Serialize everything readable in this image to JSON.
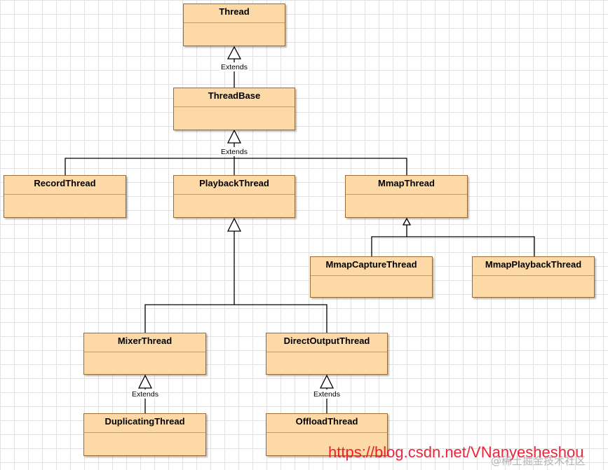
{
  "classes": {
    "thread": "Thread",
    "thread_base": "ThreadBase",
    "record_thread": "RecordThread",
    "playback_thread": "PlaybackThread",
    "mmap_thread": "MmapThread",
    "mmap_capture_thread": "MmapCaptureThread",
    "mmap_playback_thread": "MmapPlaybackThread",
    "mixer_thread": "MixerThread",
    "direct_output_thread": "DirectOutputThread",
    "duplicating_thread": "DuplicatingThread",
    "offload_thread": "OffloadThread"
  },
  "edge_label": "Extends",
  "watermark": {
    "url": "https://blog.csdn.net/VNanyesheshou",
    "community": "@稀土掘金技术社区"
  },
  "colors": {
    "class_fill": "#fdd9a8",
    "class_border": "#9a6a2e",
    "watermark": "#e8132a"
  }
}
